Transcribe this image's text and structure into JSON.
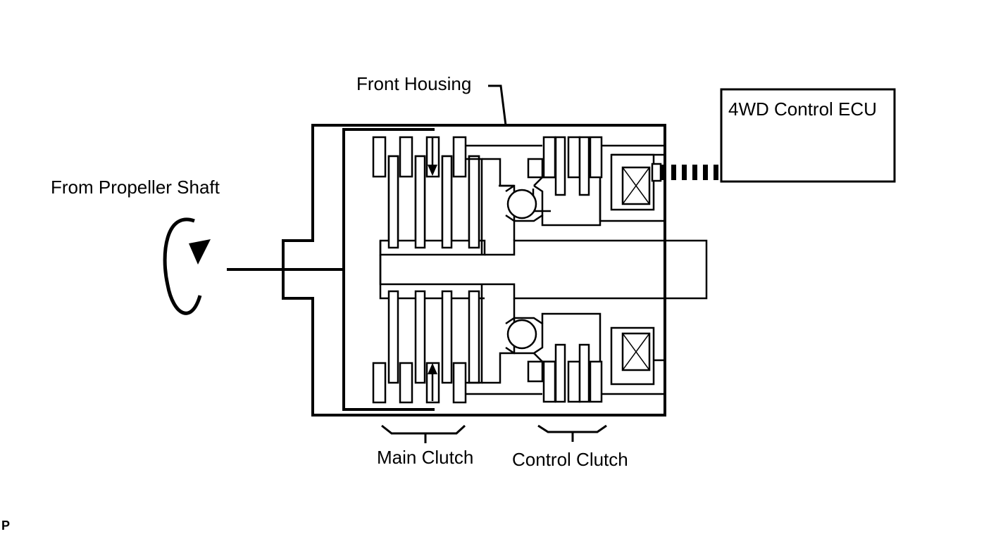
{
  "labels": {
    "front_housing": "Front Housing",
    "ecu": "4WD Control ECU",
    "propeller_shaft": "From Propeller Shaft",
    "main_clutch": "Main Clutch",
    "control_clutch": "Control Clutch",
    "corner_mark": "P"
  },
  "colors": {
    "line": "#000000",
    "background": "#ffffff"
  }
}
